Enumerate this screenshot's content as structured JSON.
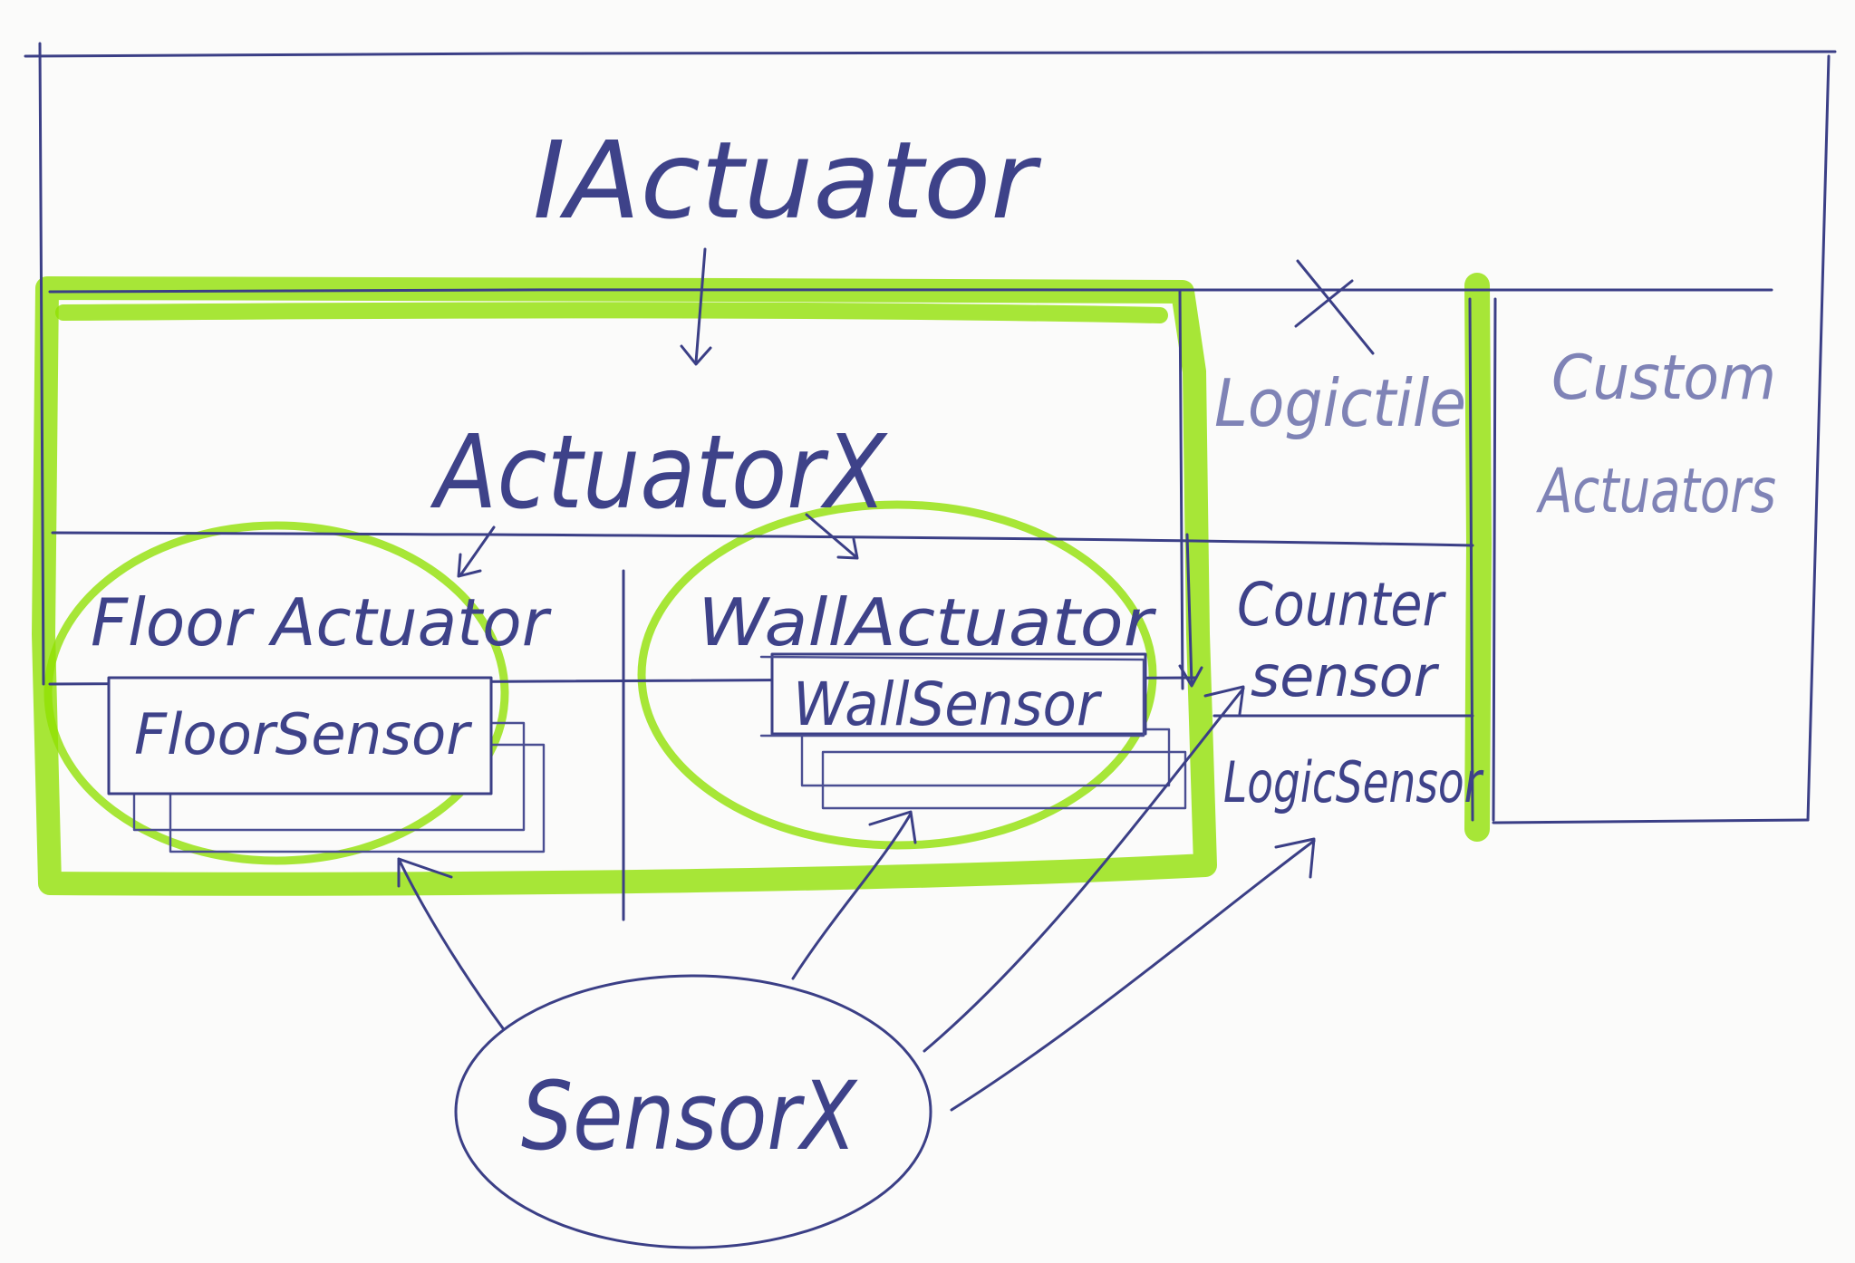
{
  "labels": {
    "interface": "IActuator",
    "base_class": "ActuatorX",
    "floor_actuator": "Floor Actuator",
    "floor_sensor": "FloorSensor",
    "wall_actuator": "WallActuator",
    "wall_sensor": "WallSensor",
    "logic_tile": "Logictile",
    "custom_actuators_line1": "Custom",
    "custom_actuators_line2": "Actuators",
    "counter_sensor_line1": "Counter",
    "counter_sensor_line2": "sensor",
    "logic_sensor": "LogicSensor",
    "sensor_base": "SensorX"
  },
  "colors": {
    "ink": "#3b3f86",
    "highlighter": "#8fe000",
    "paper": "#fbfbfa"
  }
}
